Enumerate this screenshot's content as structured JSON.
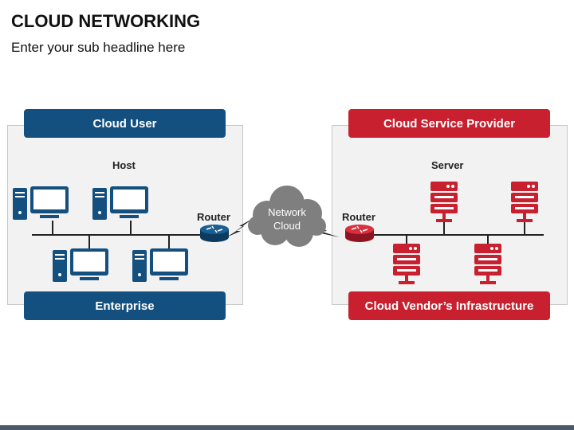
{
  "header": {
    "title": "CLOUD NETWORKING",
    "subtitle": "Enter your sub headline here"
  },
  "left": {
    "top_banner": "Cloud User",
    "bottom_banner": "Enterprise",
    "host_label": "Host",
    "router_label": "Router"
  },
  "right": {
    "top_banner": "Cloud Service Provider",
    "bottom_banner": "Cloud Vendor’s Infrastructure",
    "server_label": "Server",
    "router_label": "Router"
  },
  "cloud": {
    "line1": "Network",
    "line2": "Cloud"
  },
  "colors": {
    "blue": "#14507f",
    "red": "#c8202f",
    "cloud_gray": "#7f7f7f",
    "panel_bg": "#f2f2f2"
  },
  "icons": [
    "desktop-computer-icon",
    "router-icon",
    "server-rack-icon",
    "cloud-icon",
    "lightning-link-icon"
  ]
}
